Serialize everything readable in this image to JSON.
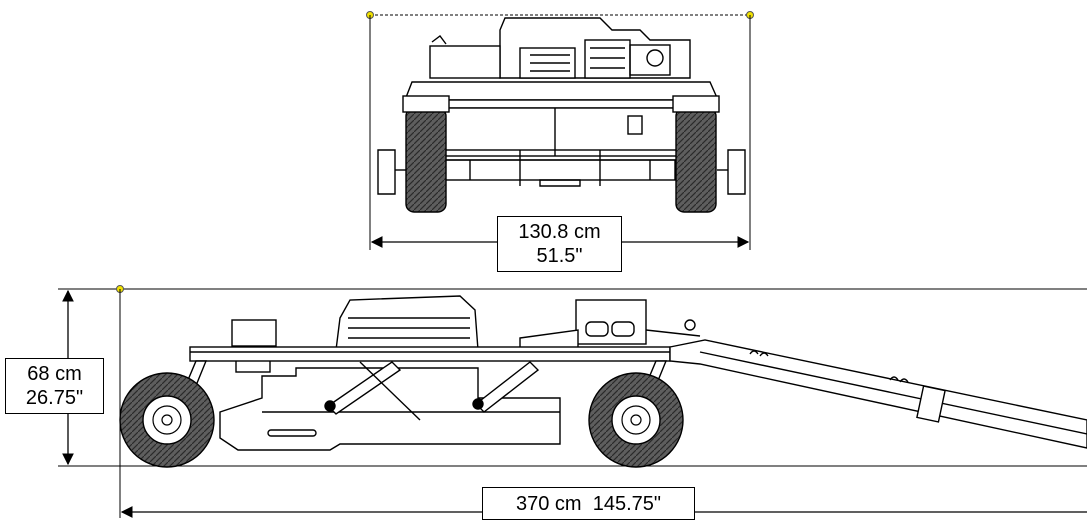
{
  "dimensions": {
    "width": {
      "metric": "130.8 cm",
      "imperial": "51.5\""
    },
    "height": {
      "metric": "68 cm",
      "imperial": "26.75\""
    },
    "length": {
      "metric": "370 cm",
      "imperial": "145.75\""
    }
  },
  "colors": {
    "line": "#000000",
    "tire": "#6b6b6b",
    "marker": "#f2e200"
  }
}
